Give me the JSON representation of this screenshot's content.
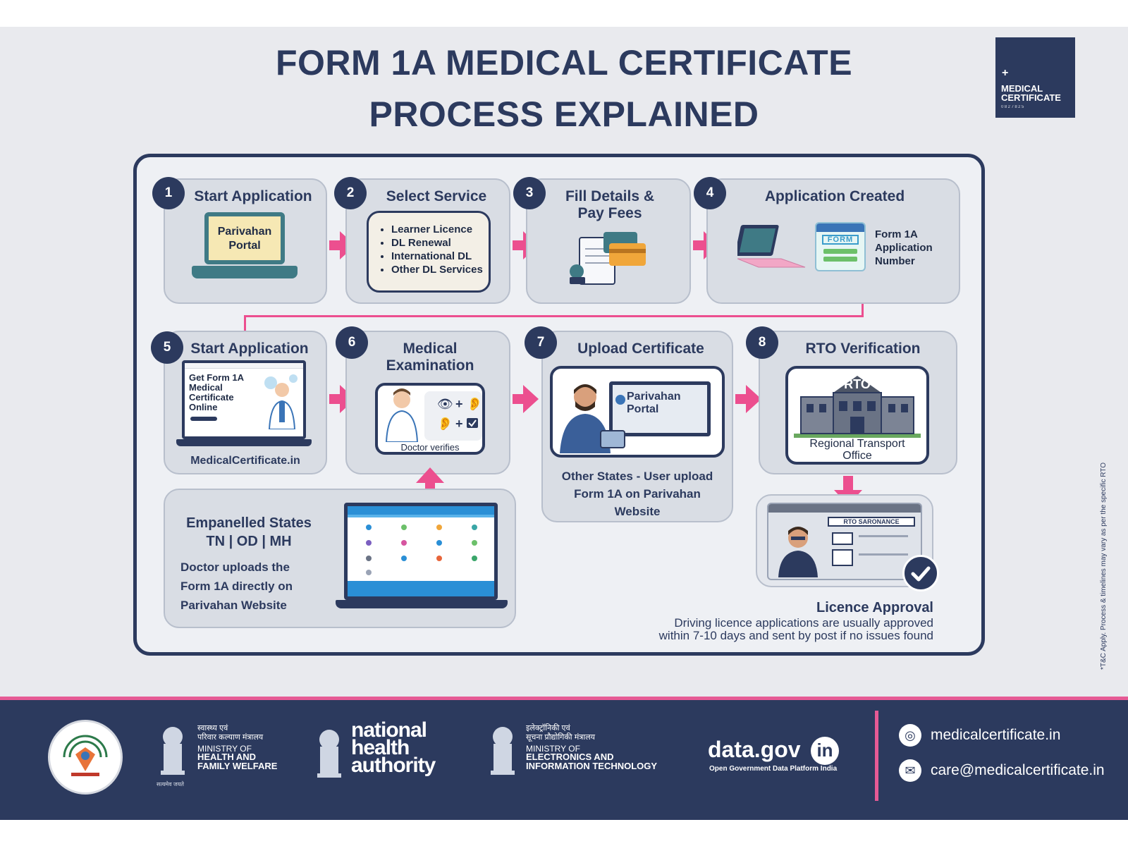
{
  "title": {
    "line1": "FORM 1A MEDICAL CERTIFICATE",
    "line2": "PROCESS EXPLAINED"
  },
  "logo": {
    "plus": "+",
    "line1": "MEDICAL",
    "line2": "CERTIFICATE",
    "line3": "0827825"
  },
  "steps": [
    {
      "num": "1",
      "title": "Start Application",
      "screen_text": "Parivahan\nPortal"
    },
    {
      "num": "2",
      "title": "Select Service",
      "items": [
        "Learner Licence",
        "DL Renewal",
        "International DL",
        "Other DL Services"
      ]
    },
    {
      "num": "3",
      "title": "Fill Details &\nPay Fees"
    },
    {
      "num": "4",
      "title": "Application Created",
      "form_label": "FORM",
      "side_text": "Form 1A\nApplication\nNumber"
    },
    {
      "num": "5",
      "title": "Start Application",
      "screen_text": "Get Form 1A\nMedical\nCertificate\nOnline",
      "caption": "MedicalCertificate.in"
    },
    {
      "num": "6",
      "title": "Medical\nExamination",
      "caption": "Doctor verifies"
    },
    {
      "num": "7",
      "title": "Upload Certificate",
      "screen_text": "Parivahan\nPortal",
      "caption": "Other States - User upload\nForm 1A on Parivahan\nWebsite"
    },
    {
      "num": "8",
      "title": "RTO Verification",
      "building_label": "RTO",
      "caption": "Regional Transport\nOffice"
    }
  ],
  "empanelled": {
    "title": "Empanelled States",
    "states": "TN | OD | MH",
    "text": "Doctor uploads the\nForm 1A directly on\nParivahan Website"
  },
  "licence": {
    "card_label": "RTO SARONANCE",
    "title": "Licence Approval",
    "text1": "Driving licence applications are usually approved",
    "text2": "within 7-10 days and sent by post if no issues found"
  },
  "side_note": "*T&C Apply. Process & timelines may vary as per the specific RTO",
  "footer": {
    "ministry1_hindi": "स्वास्थ्य एवं\nपरिवार कल्याण मंत्रालय",
    "ministry1_line1": "MINISTRY OF",
    "ministry1_line2": "HEALTH AND\nFAMILY WELFARE",
    "nha": "national\nhealth\nauthority",
    "ministry2_hindi": "इलेक्ट्रॉनिकी एवं\nसूचना प्रौद्योगिकी मंत्रालय",
    "ministry2_line1": "MINISTRY OF",
    "ministry2_line2": "ELECTRONICS AND\nINFORMATION TECHNOLOGY",
    "datagov": "data.gov",
    "datagov_in": "in",
    "datagov_sub": "Open Government Data Platform India",
    "emblem_text": "सत्यमेव जयते",
    "website": "medicalcertificate.in",
    "email": "care@medicalcertificate.in"
  },
  "colors": {
    "navy": "#2c3a5e",
    "pink": "#ec4f8f",
    "card": "#d9dde4",
    "background": "#e9eaee"
  }
}
